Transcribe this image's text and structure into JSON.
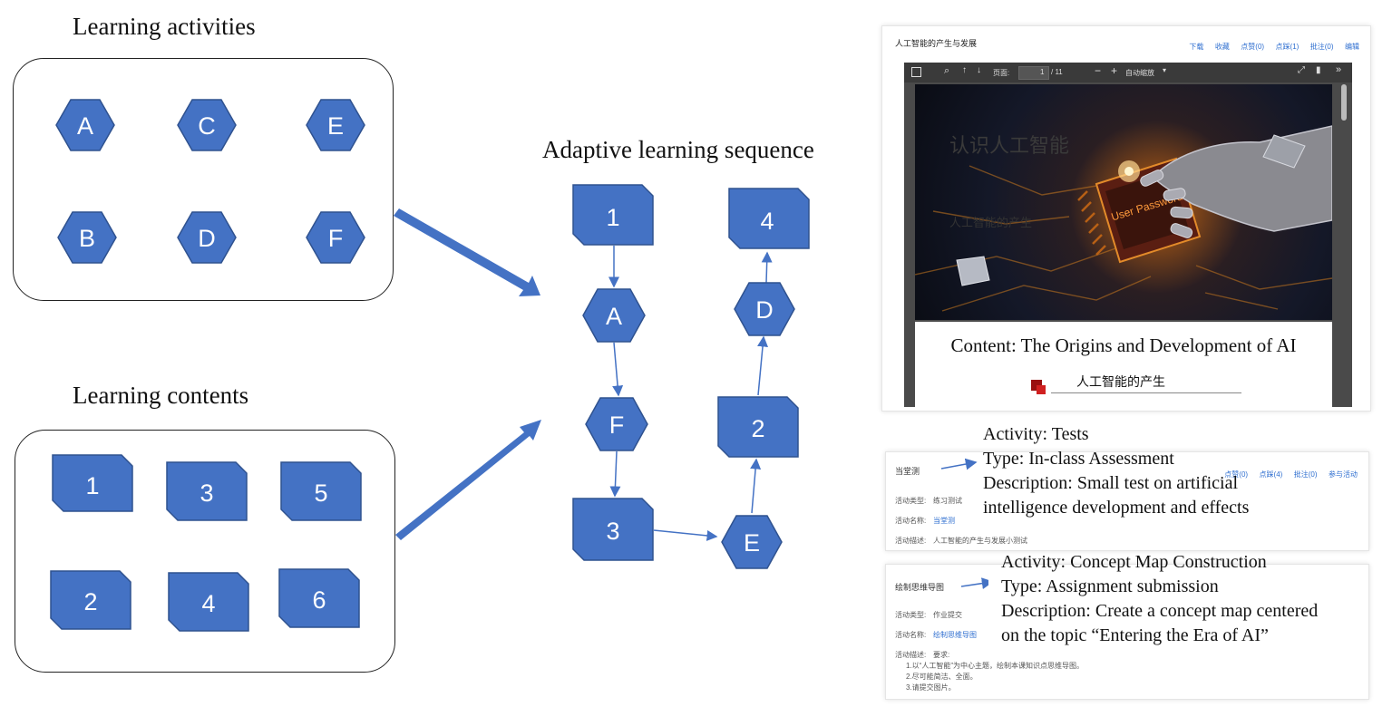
{
  "titles": {
    "activities": "Learning activities",
    "contents": "Learning contents",
    "sequence": "Adaptive learning sequence"
  },
  "activities": [
    "A",
    "C",
    "E",
    "B",
    "D",
    "F"
  ],
  "contents": [
    "1",
    "3",
    "5",
    "2",
    "4",
    "6"
  ],
  "sequence": {
    "first_column": [
      "1",
      "A",
      "F",
      "3"
    ],
    "second_column": [
      "E",
      "2",
      "D",
      "4"
    ]
  },
  "colors": {
    "shape_fill": "#4472c4",
    "shape_stroke": "#2f528f",
    "arrow": "#4472c4",
    "link": "#2f6fd0"
  },
  "viewer": {
    "title": "人工智能的产生与发展",
    "actions": [
      "下载",
      "收藏",
      "点赞(0)",
      "点踩(1)",
      "批注(0)",
      "编辑"
    ],
    "toolbar": {
      "page_label": "页面:",
      "page_current": "1",
      "page_total": "/ 11",
      "zoom": "自动缩放"
    },
    "slide_overlay_title": "认识人工智能",
    "slide_overlay_subtitle": "人工智能的产生",
    "slide_chip_text": "User Password",
    "content_caption": "Content: The Origins and Development of AI",
    "slide_heading": "人工智能的产生"
  },
  "activity1": {
    "name": "当堂测",
    "type_label": "活动类型:",
    "type_value": "练习测试",
    "name_label": "活动名称:",
    "name_value": "当堂测",
    "desc_label": "活动描述:",
    "desc_value": "人工智能的产生与发展小测试",
    "actions": [
      "点赞(0)",
      "点踩(4)",
      "批注(0)",
      "参与活动"
    ],
    "annotation": [
      "Activity:  Tests",
      "Type: In-class Assessment",
      "Description: Small test on artificial",
      "intelligence development and effects"
    ]
  },
  "activity2": {
    "name": "绘制思维导图",
    "type_label": "活动类型:",
    "type_value": "作业提交",
    "name_label": "活动名称:",
    "name_value": "绘制思维导图",
    "desc_label": "活动描述:",
    "desc_value": "要求:",
    "requirements": [
      "1.以“人工智能”为中心主题，绘制本课知识点思维导图。",
      "2.尽可能简洁、全面。",
      "3.请提交图片。"
    ],
    "annotation": [
      "Activity: Concept Map Construction",
      "Type: Assignment submission",
      "Description: Create a concept map centered",
      "on the topic “Entering the Era of AI”"
    ]
  }
}
